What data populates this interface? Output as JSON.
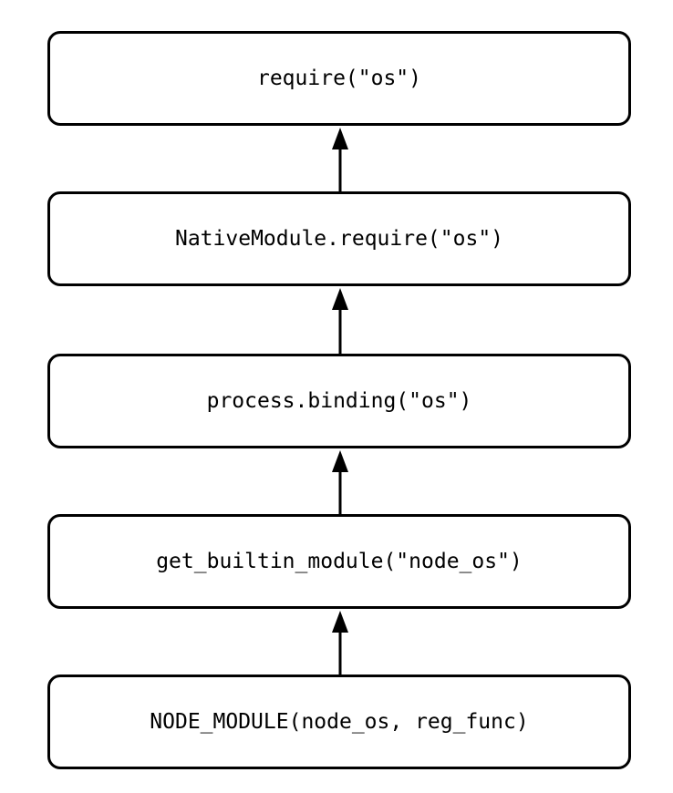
{
  "diagram": {
    "nodes": [
      {
        "id": "n1",
        "label": "require(\"os\")"
      },
      {
        "id": "n2",
        "label": "NativeModule.require(\"os\")"
      },
      {
        "id": "n3",
        "label": "process.binding(\"os\")"
      },
      {
        "id": "n4",
        "label": "get_builtin_module(\"node_os\")"
      },
      {
        "id": "n5",
        "label": "NODE_MODULE(node_os, reg_func)"
      }
    ],
    "edges": [
      {
        "from": "n2",
        "to": "n1"
      },
      {
        "from": "n3",
        "to": "n2"
      },
      {
        "from": "n4",
        "to": "n3"
      },
      {
        "from": "n5",
        "to": "n4"
      }
    ],
    "colors": {
      "stroke": "#000000",
      "fill": "#ffffff"
    }
  }
}
